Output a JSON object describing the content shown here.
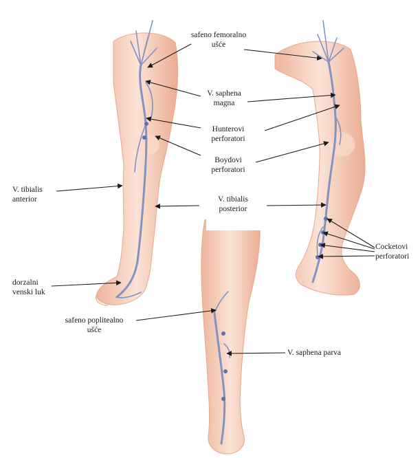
{
  "labels": {
    "safeno_femoralno_1": "safeno femoralno",
    "safeno_femoralno_2": "ušće",
    "saphena_magna_1": "V. saphena",
    "saphena_magna_2": "magna",
    "hunterovi_1": "Hunterovi",
    "hunterovi_2": "perforatori",
    "boydovi_1": "Boydovi",
    "boydovi_2": "perforatori",
    "tibialis_anterior_1": "V. tibialis",
    "tibialis_anterior_2": "anterior",
    "tibialis_posterior_1": "V. tibialis",
    "tibialis_posterior_2": "posterior",
    "cocketovi_1": "Cocketovi",
    "cocketovi_2": "perforatori",
    "dorzalni_1": "dorzalni",
    "dorzalni_2": "venski luk",
    "safeno_popliteal_1": "safeno poplitealno",
    "safeno_popliteal_2": "ušće",
    "saphena_parva": "V. saphena parva"
  },
  "colors": {
    "skin": "#f6d2bf",
    "skin_shade": "#ebb199",
    "vein": "#7f93c4",
    "vein_dark": "#5e73a8",
    "arrow": "#1a1a1a"
  }
}
